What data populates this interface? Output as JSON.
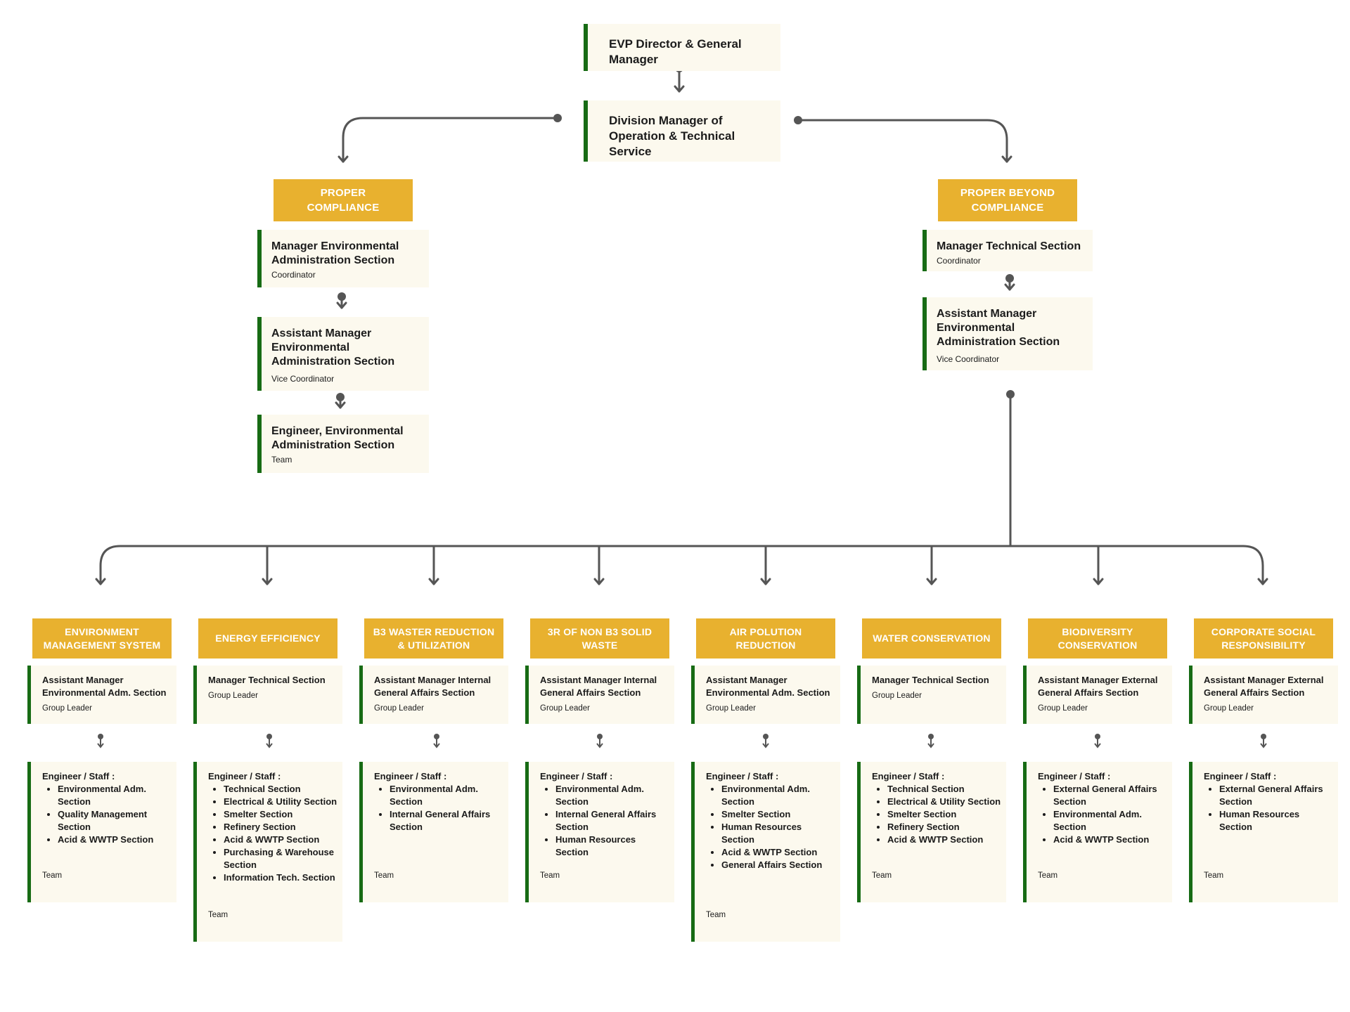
{
  "evp": {
    "title": "EVP Director & General Manager"
  },
  "division": {
    "title": "Division Manager of Operation & Technical Service"
  },
  "proper_compliance": {
    "label": "PROPER COMPLIANCE",
    "nodes": [
      {
        "title": "Manager Environmental Administration Section",
        "role": "Coordinator"
      },
      {
        "title": "Assistant Manager Environmental Administration Section",
        "role": "Vice Coordinator"
      },
      {
        "title": "Engineer, Environmental Administration Section",
        "role": "Team"
      }
    ]
  },
  "proper_beyond": {
    "label": "PROPER BEYOND COMPLIANCE",
    "nodes": [
      {
        "title": "Manager Technical Section",
        "role": "Coordinator"
      },
      {
        "title": "Assistant Manager Environmental Administration Section",
        "role": "Vice Coordinator"
      }
    ]
  },
  "programs": [
    {
      "label": "ENVIRONMENT MANAGEMENT SYSTEM",
      "leader_title": "Assistant Manager Environmental Adm. Section",
      "leader_role": "Group Leader",
      "staff_label": "Engineer / Staff :",
      "staff_items": [
        "Environmental Adm. Section",
        "Quality Management Section",
        "Acid & WWTP Section"
      ],
      "team_label": "Team"
    },
    {
      "label": "ENERGY EFFICIENCY",
      "leader_title": "Manager Technical Section",
      "leader_role": "Group Leader",
      "staff_label": "Engineer / Staff :",
      "staff_items": [
        "Technical Section",
        "Electrical & Utility Section",
        "Smelter Section",
        "Refinery Section",
        "Acid & WWTP Section",
        "Purchasing & Warehouse Section",
        "Information Tech. Section"
      ],
      "team_label": "Team"
    },
    {
      "label": "B3 WASTER REDUCTION & UTILIZATION",
      "leader_title": "Assistant Manager Internal General Affairs Section",
      "leader_role": "Group Leader",
      "staff_label": "Engineer / Staff :",
      "staff_items": [
        "Environmental Adm. Section",
        "Internal General Affairs Section"
      ],
      "team_label": "Team"
    },
    {
      "label": "3R of NON B3 SOLID WASTE",
      "leader_title": "Assistant Manager Internal General Affairs Section",
      "leader_role": "Group Leader",
      "staff_label": "Engineer / Staff :",
      "staff_items": [
        "Environmental Adm. Section",
        "Internal General Affairs Section",
        "Human Resources Section"
      ],
      "team_label": "Team"
    },
    {
      "label": "AIR POLUTION REDUCTION",
      "leader_title": "Assistant Manager Environmental Adm. Section",
      "leader_role": "Group Leader",
      "staff_label": "Engineer / Staff :",
      "staff_items": [
        "Environmental Adm. Section",
        "Smelter Section",
        "Human Resources Section",
        "Acid & WWTP Section",
        "General Affairs Section"
      ],
      "team_label": "Team"
    },
    {
      "label": "WATER CONSERVATION",
      "leader_title": "Manager Technical Section",
      "leader_role": "Group Leader",
      "staff_label": "Engineer / Staff :",
      "staff_items": [
        "Technical Section",
        "Electrical & Utility Section",
        "Smelter Section",
        "Refinery Section",
        "Acid & WWTP Section"
      ],
      "team_label": "Team"
    },
    {
      "label": "BIODIVERSITY CONSERVATION",
      "leader_title": "Assistant Manager External General Affairs Section",
      "leader_role": "Group Leader",
      "staff_label": "Engineer / Staff :",
      "staff_items": [
        "External General Affairs Section",
        "Environmental Adm. Section",
        "Acid & WWTP Section"
      ],
      "team_label": "Team"
    },
    {
      "label": "CORPORATE SOCIAL RESPONSIBILITY",
      "leader_title": "Assistant Manager External General Affairs Section",
      "leader_role": "Group Leader",
      "staff_label": "Engineer / Staff :",
      "staff_items": [
        "External General Affairs Section",
        "Human Resources Section"
      ],
      "team_label": "Team"
    }
  ],
  "colors": {
    "category": "#e8b12f",
    "accent": "#176b14",
    "card": "#fcf9ee",
    "connector": "#555555"
  }
}
